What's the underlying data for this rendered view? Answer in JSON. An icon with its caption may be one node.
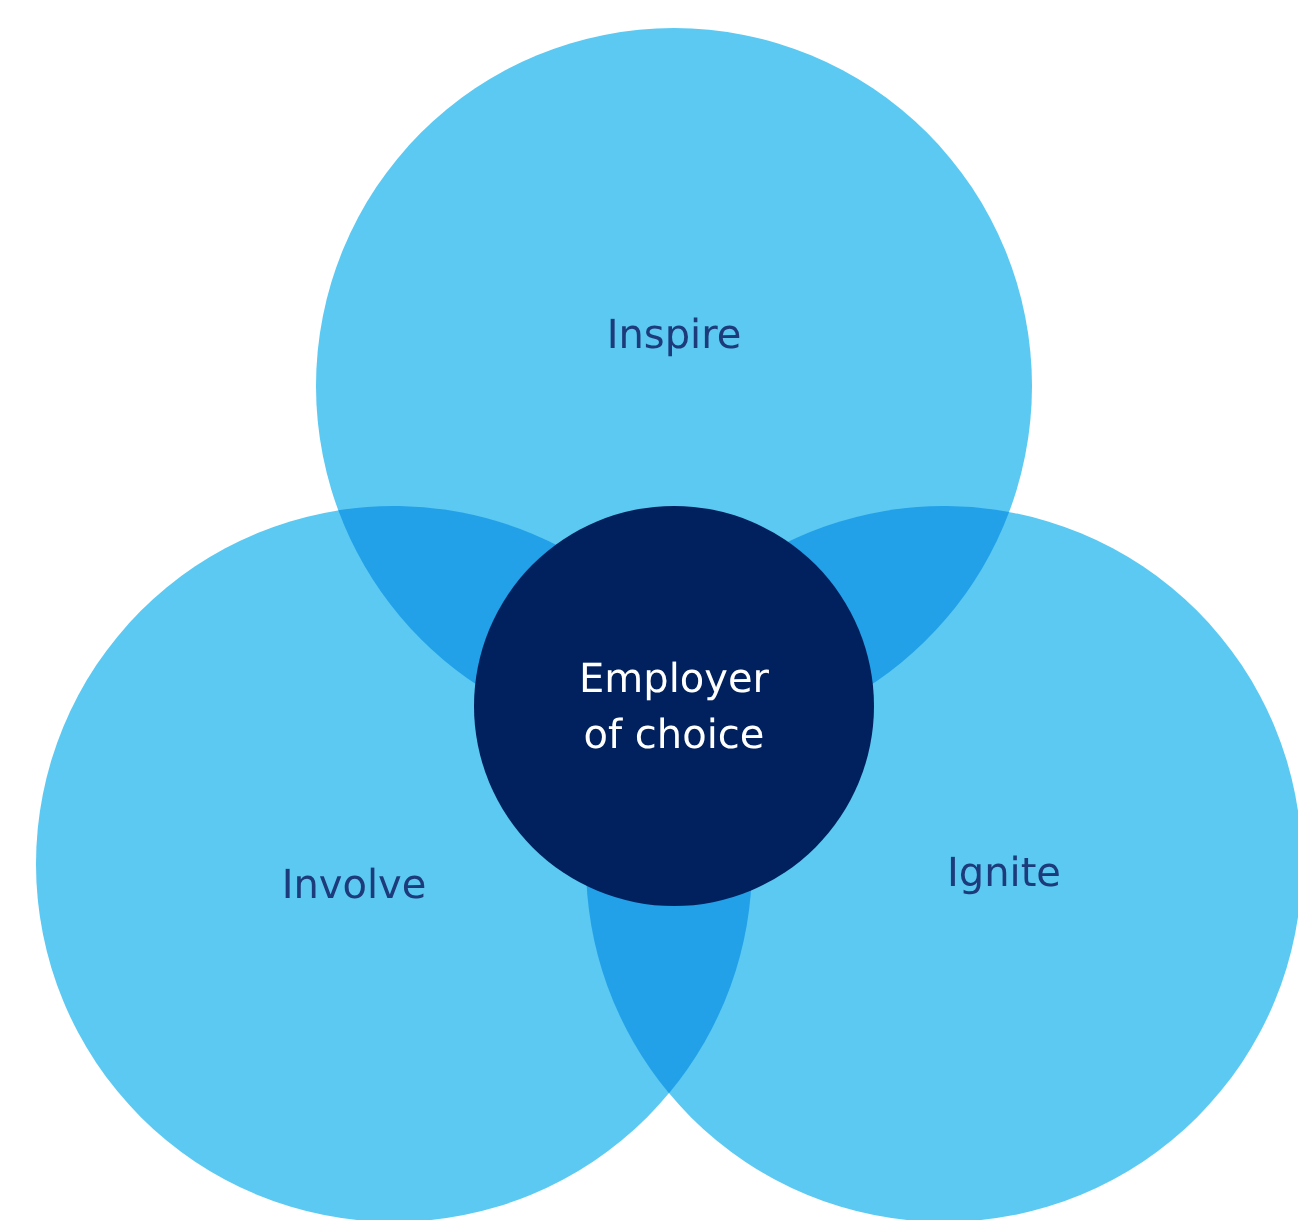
{
  "diagram": {
    "nodes": [
      {
        "text": [
          "Inspire"
        ]
      },
      {
        "text": [
          "Employer of choice"
        ]
      },
      {
        "text": [
          "Involve"
        ]
      },
      {
        "text": [
          "Ignite"
        ]
      }
    ],
    "edges": []
  }
}
